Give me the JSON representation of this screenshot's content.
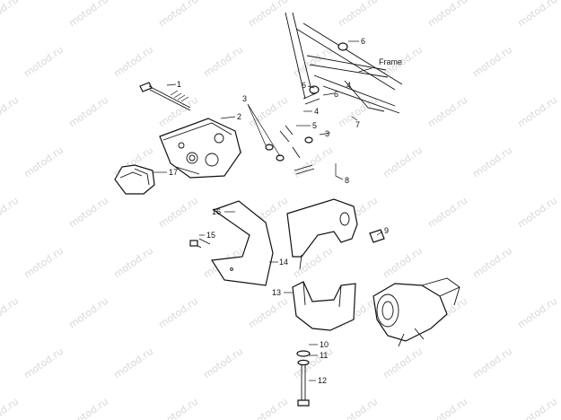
{
  "watermark": {
    "text": "motod.ru",
    "color": "#d8d8d8"
  },
  "callouts": {
    "c1": "1",
    "c2": "2",
    "c3a": "3",
    "c3b": "3",
    "c4a": "4",
    "c4b": "4",
    "c5": "5",
    "c6a": "6",
    "c6b": "6",
    "c6c": "6",
    "c7": "7",
    "c8a": "8",
    "c9": "9",
    "c10": "10",
    "c11": "11",
    "c12": "12",
    "c13": "13",
    "c14": "14",
    "c15": "15",
    "c16": "16",
    "c17": "17"
  },
  "frame_label": "Frame"
}
